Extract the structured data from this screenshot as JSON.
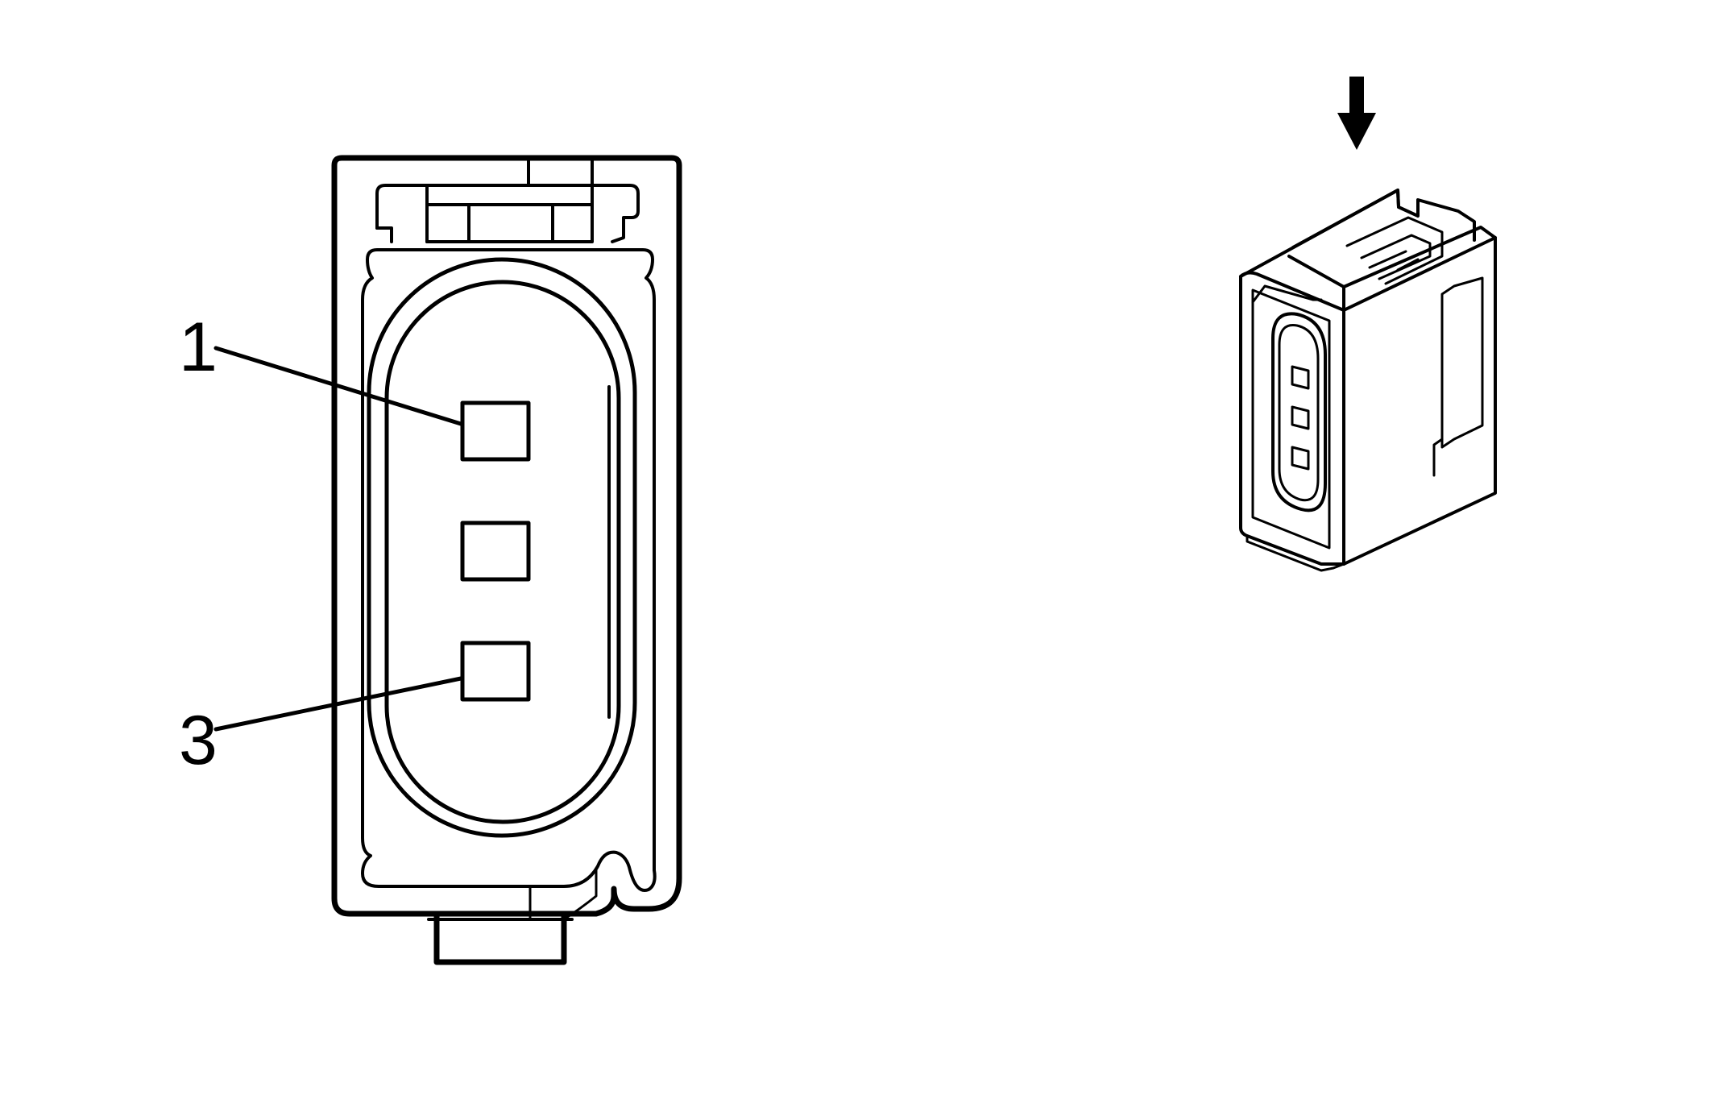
{
  "diagram": {
    "pin_labels": [
      {
        "id": "pin-1",
        "text": "1"
      },
      {
        "id": "pin-3",
        "text": "3"
      }
    ],
    "colors": {
      "line": "#000000",
      "background": "#ffffff"
    },
    "icons": {
      "insertion_direction": "arrow-down-icon"
    }
  }
}
